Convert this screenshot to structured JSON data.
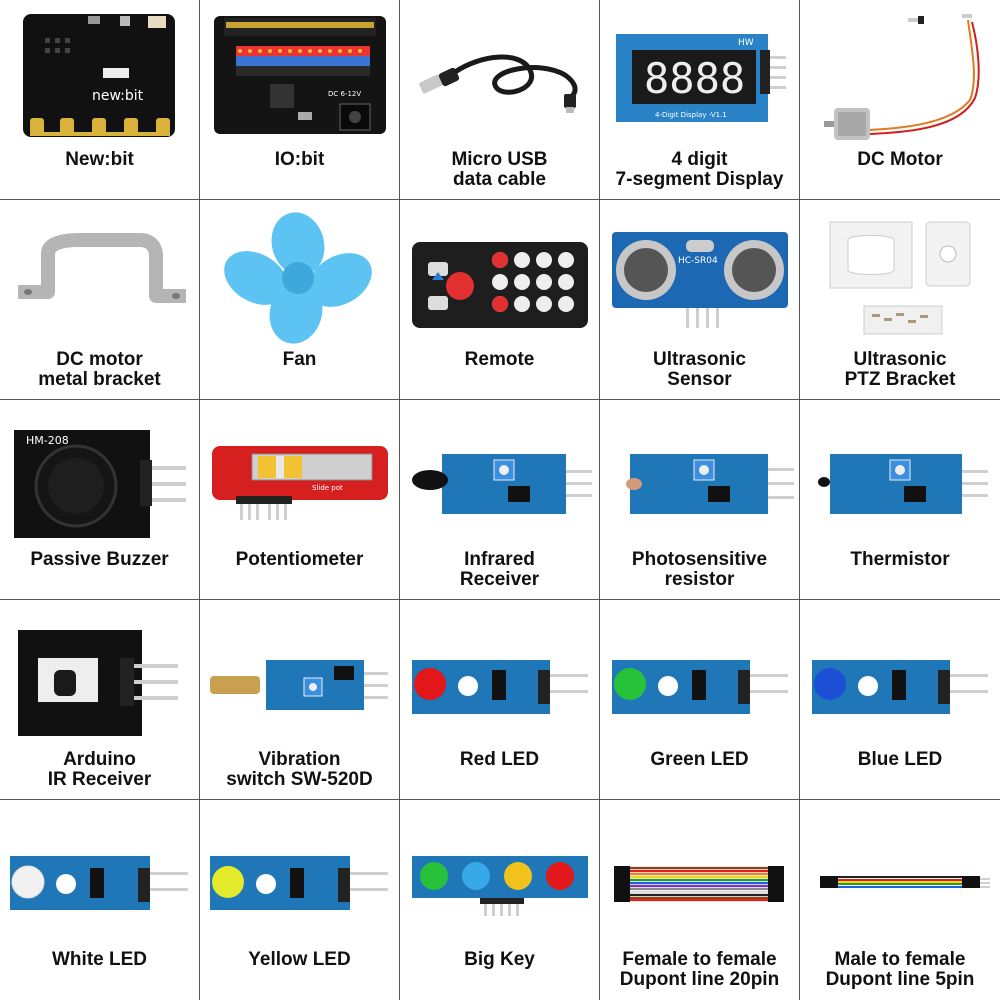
{
  "components": [
    {
      "key": "newbit",
      "label": "New:bit",
      "board_text": "new:bit"
    },
    {
      "key": "iobit",
      "label": "IO:bit",
      "board_text": "DC 6-12V"
    },
    {
      "key": "usb-cable",
      "label": "Micro USB\ndata cable"
    },
    {
      "key": "seg-display",
      "label": "4 digit\n7-segment Display",
      "board_text": "4-Digit Display -V1.1",
      "brand": "HW",
      "digits": "8888"
    },
    {
      "key": "dc-motor",
      "label": "DC Motor"
    },
    {
      "key": "motor-bracket",
      "label": "DC motor\nmetal bracket"
    },
    {
      "key": "fan",
      "label": "Fan"
    },
    {
      "key": "remote",
      "label": "Remote"
    },
    {
      "key": "ultrasonic",
      "label": "Ultrasonic\nSensor",
      "board_text": "HC-SR04"
    },
    {
      "key": "ptz-bracket",
      "label": "Ultrasonic\nPTZ Bracket"
    },
    {
      "key": "buzzer",
      "label": "Passive Buzzer",
      "board_text": "HM-208"
    },
    {
      "key": "potentiometer",
      "label": "Potentiometer",
      "board_text": "Slide pot"
    },
    {
      "key": "ir-receiver",
      "label": "Infrared\nReceiver"
    },
    {
      "key": "photoresistor",
      "label": "Photosensitive\nresistor"
    },
    {
      "key": "thermistor",
      "label": "Thermistor"
    },
    {
      "key": "arduino-ir",
      "label": "Arduino\nIR Receiver"
    },
    {
      "key": "vibration",
      "label": "Vibration\nswitch SW-520D"
    },
    {
      "key": "red-led",
      "label": "Red LED"
    },
    {
      "key": "green-led",
      "label": "Green LED"
    },
    {
      "key": "blue-led",
      "label": "Blue LED"
    },
    {
      "key": "white-led",
      "label": "White LED"
    },
    {
      "key": "yellow-led",
      "label": "Yellow LED"
    },
    {
      "key": "big-key",
      "label": "Big Key"
    },
    {
      "key": "ff-dupont",
      "label": "Female to female\nDupont line 20pin"
    },
    {
      "key": "mf-dupont",
      "label": "Male to female\nDupont line 5pin"
    }
  ],
  "colors": {
    "pcb_blue": "#1f77b8",
    "pcb_black": "#111111",
    "pcb_red": "#d62020",
    "led_red": "#e3161a",
    "led_green": "#27c23a",
    "led_blue": "#1c4fd6",
    "led_white": "#f1f1f1",
    "led_yellow": "#e2ea2a",
    "fan_blue": "#5cc3f2"
  }
}
